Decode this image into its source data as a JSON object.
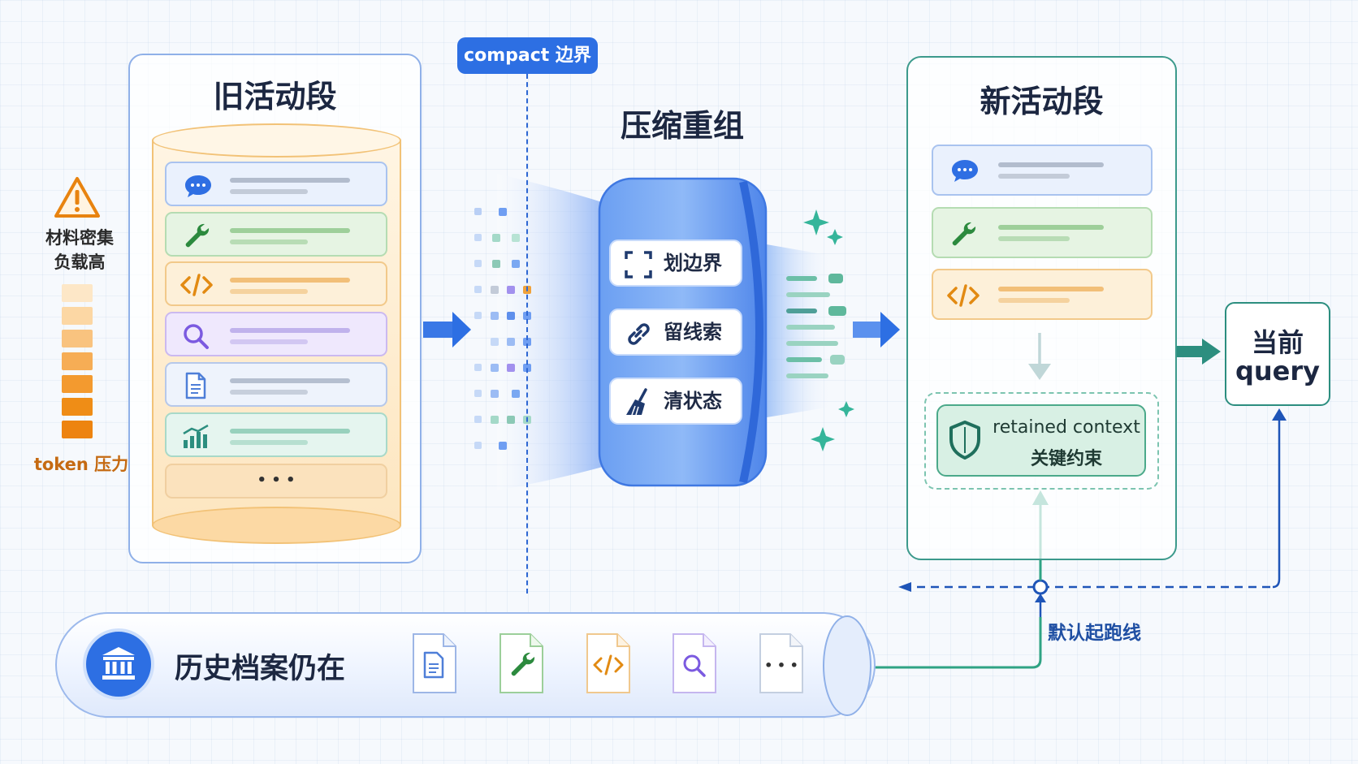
{
  "old_segment": {
    "title": "旧活动段",
    "card_icons": [
      "chat-icon",
      "wrench-icon",
      "code-icon",
      "search-icon",
      "document-icon",
      "bar-chart-icon"
    ],
    "more": "• • •"
  },
  "pressure": {
    "warning_icon": "warning-icon",
    "label_line1": "材料密集",
    "label_line2": "负载高",
    "token_label": "token 压力"
  },
  "compact": {
    "tag": "compact 边界",
    "title": "压缩重组",
    "steps": [
      {
        "icon": "bracket-frame-icon",
        "label": "划边界"
      },
      {
        "icon": "link-icon",
        "label": "留线索"
      },
      {
        "icon": "broom-icon",
        "label": "清状态"
      }
    ]
  },
  "new_segment": {
    "title": "新活动段",
    "card_icons": [
      "chat-icon",
      "wrench-icon",
      "code-icon"
    ],
    "retained_line1": "retained context",
    "retained_line2": "关键约束",
    "retained_icon": "shield-icon"
  },
  "query": {
    "line1": "当前",
    "line2": "query"
  },
  "baseline_label": "默认起跑线",
  "archive": {
    "label": "历史档案仍在",
    "icon": "bank-icon",
    "docs": [
      "document-icon",
      "wrench-icon",
      "code-icon",
      "search-icon",
      "more-icon"
    ],
    "more": "• • •"
  },
  "colors": {
    "blue": "#2d6fe3",
    "teal": "#2c8e7f",
    "orange": "#ef8d16",
    "old_border": "#8fb0e8"
  }
}
